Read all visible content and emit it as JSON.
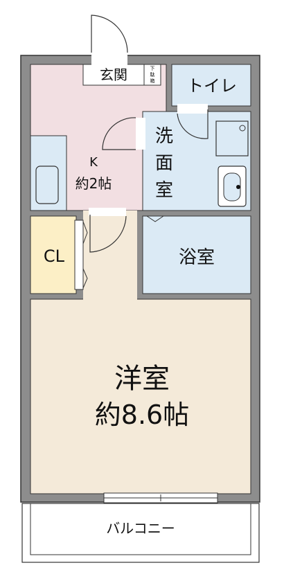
{
  "rooms": {
    "genkan": {
      "label": "玄関",
      "shoe_box": [
        "下",
        "駄",
        "箱"
      ]
    },
    "toilet": {
      "label": "トイレ"
    },
    "kitchen": {
      "line1": "K",
      "line2": "約2帖"
    },
    "senmenjo": {
      "chars": [
        "洗",
        "面",
        "室"
      ]
    },
    "closet": {
      "label": "CL"
    },
    "bath": {
      "label": "浴室"
    },
    "western": {
      "line1": "洋室",
      "line2": "約8.6帖"
    },
    "balcony": {
      "label": "バルコニー"
    }
  },
  "colors": {
    "wall": "#8d8d8d",
    "kitchen_floor": "#f2dfe2",
    "wet_floor": "#dbeaf5",
    "closet_floor": "#fcefc6",
    "western_floor": "#f4ead9",
    "balcony_floor": "#ffffff"
  }
}
